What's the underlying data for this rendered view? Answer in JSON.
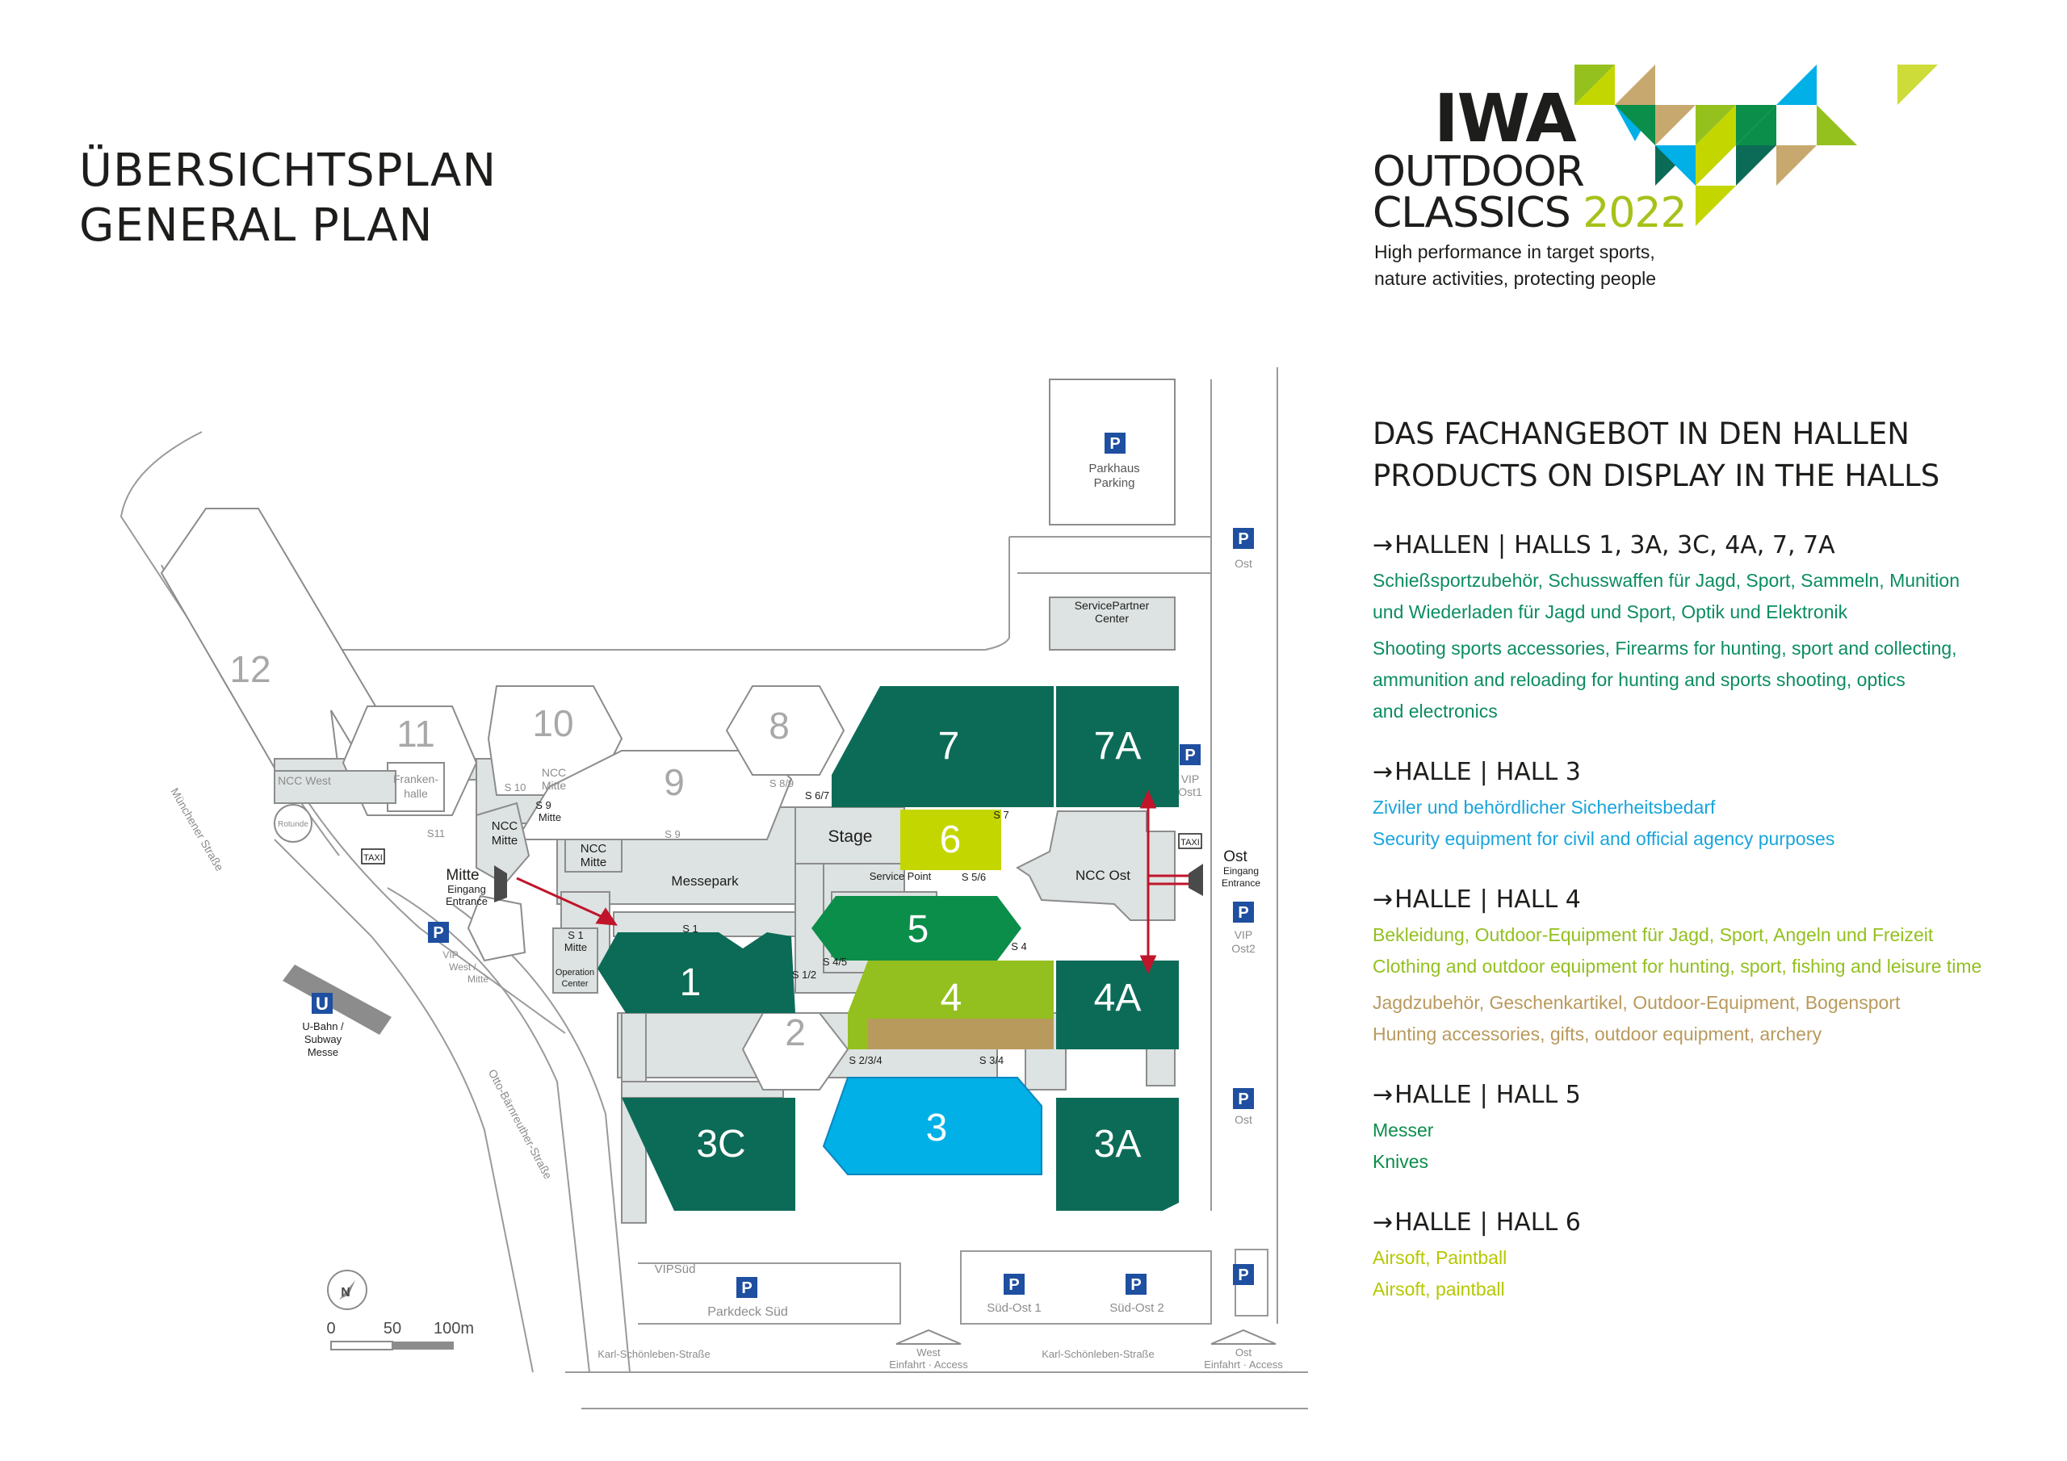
{
  "header": {
    "title_de": "ÜBERSICHTSPLAN",
    "title_en": "GENERAL PLAN"
  },
  "logo": {
    "brand": "IWA",
    "line1": "OUTDOOR",
    "line2": "CLASSICS",
    "year": "2022",
    "tagline1": "High performance in target sports,",
    "tagline2": "nature activities, protecting people",
    "triangle_colors": [
      "#95c11f",
      "#c7a86e",
      "#1aa5dc",
      "#0b6e5a",
      "#009a5a",
      "#cddc39"
    ]
  },
  "colors": {
    "dark_green": "#0c6b57",
    "mid_green": "#0b8e4a",
    "lime_green": "#c4d600",
    "olive_green": "#93c01f",
    "tan": "#b99a5d",
    "cyan": "#00b0e6",
    "gray_fill": "#dde3e2",
    "outline": "#8c8c8c",
    "parking_blue": "#1e4fa0",
    "arrow_red": "#c0152b"
  },
  "legend": {
    "heading_de": "DAS FACHANGEBOT IN DEN HALLEN",
    "heading_en": "PRODUCTS ON DISPLAY IN THE HALLS",
    "sections": [
      {
        "arrow": "→",
        "label_de": "HALLEN",
        "sep": "|",
        "label_en": "HALLS 1, 3A, 3C, 4A, 7, 7A",
        "lines": [
          {
            "text": "Schießsportzubehör, Schusswaffen für Jagd, Sport, Sammeln, Munition",
            "color": "#0c8c63"
          },
          {
            "text": "und Wiederladen für Jagd und Sport, Optik und Elektronik",
            "color": "#0c8c63"
          },
          {
            "text": "Shooting sports accessories, Firearms for hunting, sport and collecting,",
            "color": "#0c8c63"
          },
          {
            "text": "ammunition and reloading for hunting and sports shooting, optics",
            "color": "#0c8c63"
          },
          {
            "text": "and electronics",
            "color": "#0c8c63"
          }
        ]
      },
      {
        "arrow": "→",
        "label_de": "HALLE",
        "sep": "|",
        "label_en": "HALL 3",
        "lines": [
          {
            "text": "Ziviler und behördlicher Sicherheitsbedarf",
            "color": "#1aa5dc"
          },
          {
            "text": "Security equipment for civil and official agency purposes",
            "color": "#1aa5dc"
          }
        ]
      },
      {
        "arrow": "→",
        "label_de": "HALLE",
        "sep": "|",
        "label_en": "HALL 4",
        "lines": [
          {
            "text": "Bekleidung, Outdoor-Equipment für Jagd, Sport, Angeln und Freizeit",
            "color": "#93c01f"
          },
          {
            "text": "Clothing and outdoor equipment for hunting, sport, fishing and leisure time",
            "color": "#93c01f"
          },
          {
            "text": "Jagdzubehör, Geschenkartikel, Outdoor-Equipment, Bogensport",
            "color": "#b99a5d"
          },
          {
            "text": "Hunting accessories, gifts, outdoor equipment, archery",
            "color": "#b99a5d"
          }
        ]
      },
      {
        "arrow": "→",
        "label_de": "HALLE",
        "sep": "|",
        "label_en": "HALL 5",
        "lines": [
          {
            "text": "Messer",
            "color": "#0b8e4a"
          },
          {
            "text": "Knives",
            "color": "#0b8e4a"
          }
        ]
      },
      {
        "arrow": "→",
        "label_de": "HALLE",
        "sep": "|",
        "label_en": "HALL 6",
        "lines": [
          {
            "text": "Airsoft, Paintball",
            "color": "#b5c800"
          },
          {
            "text": "Airsoft, paintball",
            "color": "#b5c800"
          }
        ]
      }
    ]
  },
  "map": {
    "halls": {
      "h1": "1",
      "h2": "2",
      "h3": "3",
      "h3a": "3A",
      "h3c": "3C",
      "h4": "4",
      "h4a": "4A",
      "h5": "5",
      "h6": "6",
      "h7": "7",
      "h7a": "7A",
      "h8": "8",
      "h9": "9",
      "h10": "10",
      "h11": "11",
      "h12": "12"
    },
    "labels": {
      "stage": "Stage",
      "service_point": "Service Point",
      "messepark": "Messepark",
      "ncc_west": "NCC West",
      "ncc_mitte_1": "NCC",
      "ncc_mitte_2": "Mitte",
      "ncc_ost": "NCC Ost",
      "rotunde": "Rotunde",
      "franken_1": "Franken-",
      "franken_2": "halle",
      "operation_1": "Operation",
      "operation_2": "Center",
      "mitte_main": "Mitte",
      "eingang": "Eingang",
      "entrance": "Entrance",
      "ost_main": "Ost",
      "servicepartner_1": "ServicePartner",
      "servicepartner_2": "Center",
      "parkhaus_1": "Parkhaus",
      "parkhaus_2": "Parking",
      "ost": "Ost",
      "vip": "VIP",
      "vip_ost1": "Ost1",
      "vip_ost2": "Ost2",
      "vip_west": "West /",
      "vip_mitte": "Mitte",
      "taxi": "TAXI",
      "ubahn_1": "U-Bahn /",
      "ubahn_2": "Subway",
      "ubahn_3": "Messe",
      "vip_sued": "VIPSüd",
      "parkdeck_sued": "Parkdeck Süd",
      "sued_ost1": "Süd-Ost 1",
      "sued_ost2": "Süd-Ost 2",
      "karl_1": "Karl-Schönleben-Straße",
      "karl_2": "Karl-Schönleben-Straße",
      "west_access_1": "West",
      "west_access_2": "Einfahrt · Access",
      "ost_access_1": "Ost",
      "ost_access_2": "Einfahrt · Access",
      "muenchener": "Münchener Straße",
      "otto": "Otto-Bärnreuther-Straße",
      "p": "P",
      "u": "U",
      "n": "N"
    },
    "entrances": {
      "s1": "S 1",
      "s1_mitte_1": "S 1",
      "s1_mitte_2": "Mitte",
      "s1_2": "S 1/2",
      "s2_3_4": "S 2/3/4",
      "s3_4": "S 3/4",
      "s4": "S 4",
      "s4_5": "S 4/5",
      "s5_6": "S 5/6",
      "s6_7": "S 6/7",
      "s7": "S 7",
      "s8_9": "S 8/9",
      "s9": "S 9",
      "s9_mitte_1": "S 9",
      "s9_mitte_2": "Mitte",
      "s10": "S 10",
      "s11": "S11",
      "ncc_mitte_small_1": "NCC",
      "ncc_mitte_small_2": "Mitte"
    },
    "scale": {
      "v0": "0",
      "v50": "50",
      "v100": "100m"
    }
  }
}
